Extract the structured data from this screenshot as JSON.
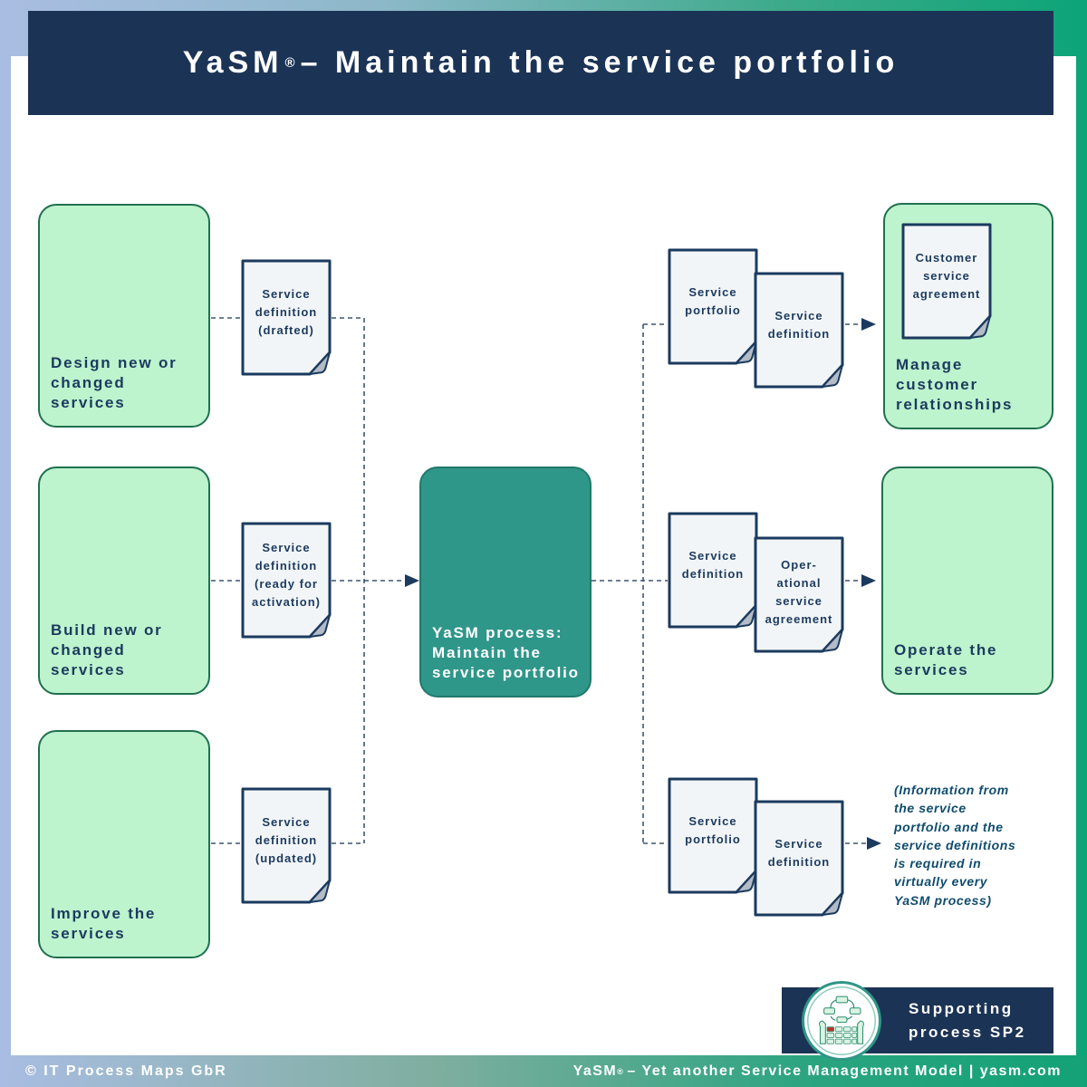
{
  "header": {
    "brand": "YaSM",
    "registered_mark": "®",
    "title": "– Maintain the service portfolio"
  },
  "palette": {
    "navy": "#1b3355",
    "mint_fill": "#bdf3cd",
    "mint_border": "#20704f",
    "teal_fill": "#2f968a",
    "frame_blue": "#a9bde2",
    "frame_green": "#0ea478",
    "doc_fill": "#f2f5f7",
    "connector": "#3f5572",
    "note_blue": "#0f4c6e"
  },
  "process_boxes": {
    "design": {
      "label": "Design new or\nchanged services"
    },
    "build": {
      "label": "Build new or\nchanged services"
    },
    "improve": {
      "label": "Improve the\nservices"
    },
    "manage_customers": {
      "label": "Manage customer\nrelationships"
    },
    "operate": {
      "label": "Operate the\nservices"
    }
  },
  "central_process": {
    "label": "YaSM process:\nMaintain the\nservice portfolio"
  },
  "documents": {
    "drafted": "Service\ndefinition\n(drafted)",
    "ready": "Service\ndefinition\n(ready  for\nactivation)",
    "updated": "Service\ndefinition\n(updated)",
    "portfolio_top": "Service\nportfolio",
    "definition_top": "Service\ndefinition",
    "definition_mid": "Service\ndefinition",
    "operational_agreement": "Oper-\national\nservice\nagreement",
    "portfolio_bottom": "Service\nportfolio",
    "definition_bottom": "Service\ndefinition",
    "customer_agreement": "Customer\nservice\nagreement"
  },
  "note": "(Information  from\nthe service\nportfolio  and  the\nservice  definitions\nis  required  in\nvirtually  every\nYaSM process)",
  "badge": {
    "line1": "Supporting",
    "line2": "process SP2"
  },
  "footer": {
    "copyright": "© IT Process Maps GbR",
    "brand": "YaSM",
    "registered_mark": "®",
    "tagline": "– Yet another Service Management Model | yasm.com"
  }
}
